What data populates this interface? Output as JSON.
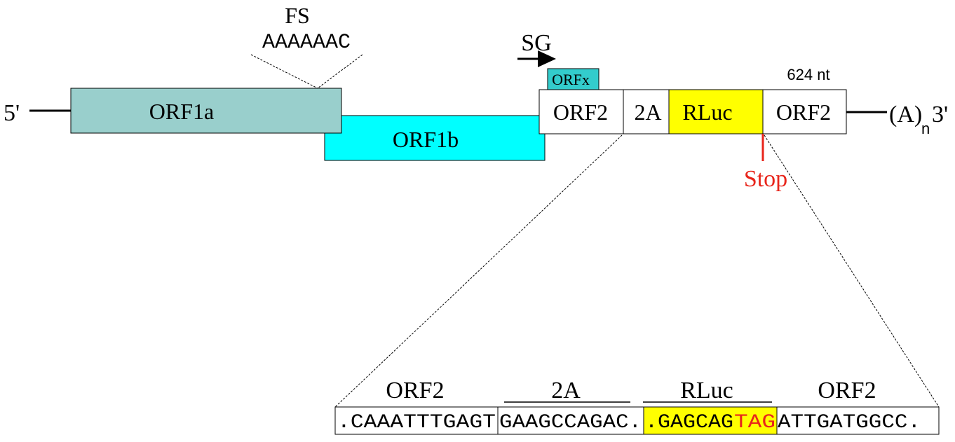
{
  "colors": {
    "orf1a": "#99cfcc",
    "orf1b": "#00ffff",
    "orfx": "#33cccc",
    "rluc": "#ffff00",
    "stop": "#e8251b",
    "line": "#000000"
  },
  "genome": {
    "five_prime": "5'",
    "three_prime": "3'",
    "polya_base": "(A)",
    "polya_sub": "n",
    "orf1a_label": "ORF1a",
    "orf1b_label": "ORF1b",
    "fs_label": "FS",
    "fs_seq": "AAAAAAC",
    "sg_label": "SG",
    "orfx_label": "ORFx",
    "orf2_label": "ORF2",
    "twoa_label": "2A",
    "rluc_label": "RLuc",
    "orf2_end_label": "ORF2",
    "length_label": "624 nt",
    "stop_label": "Stop"
  },
  "zoom": {
    "headers": {
      "orf2_left": "ORF2",
      "twoa": "2A",
      "rluc": "RLuc",
      "orf2_right": "ORF2"
    },
    "seq_orf2": ".CAAATTTGAGT",
    "seq_2a": "GAAGCCAGAC.",
    "seq_rluc_pre": ".GAGCAG",
    "seq_rluc_stop": "TAG",
    "seq_orf2_end": "ATTGATGGCC."
  }
}
